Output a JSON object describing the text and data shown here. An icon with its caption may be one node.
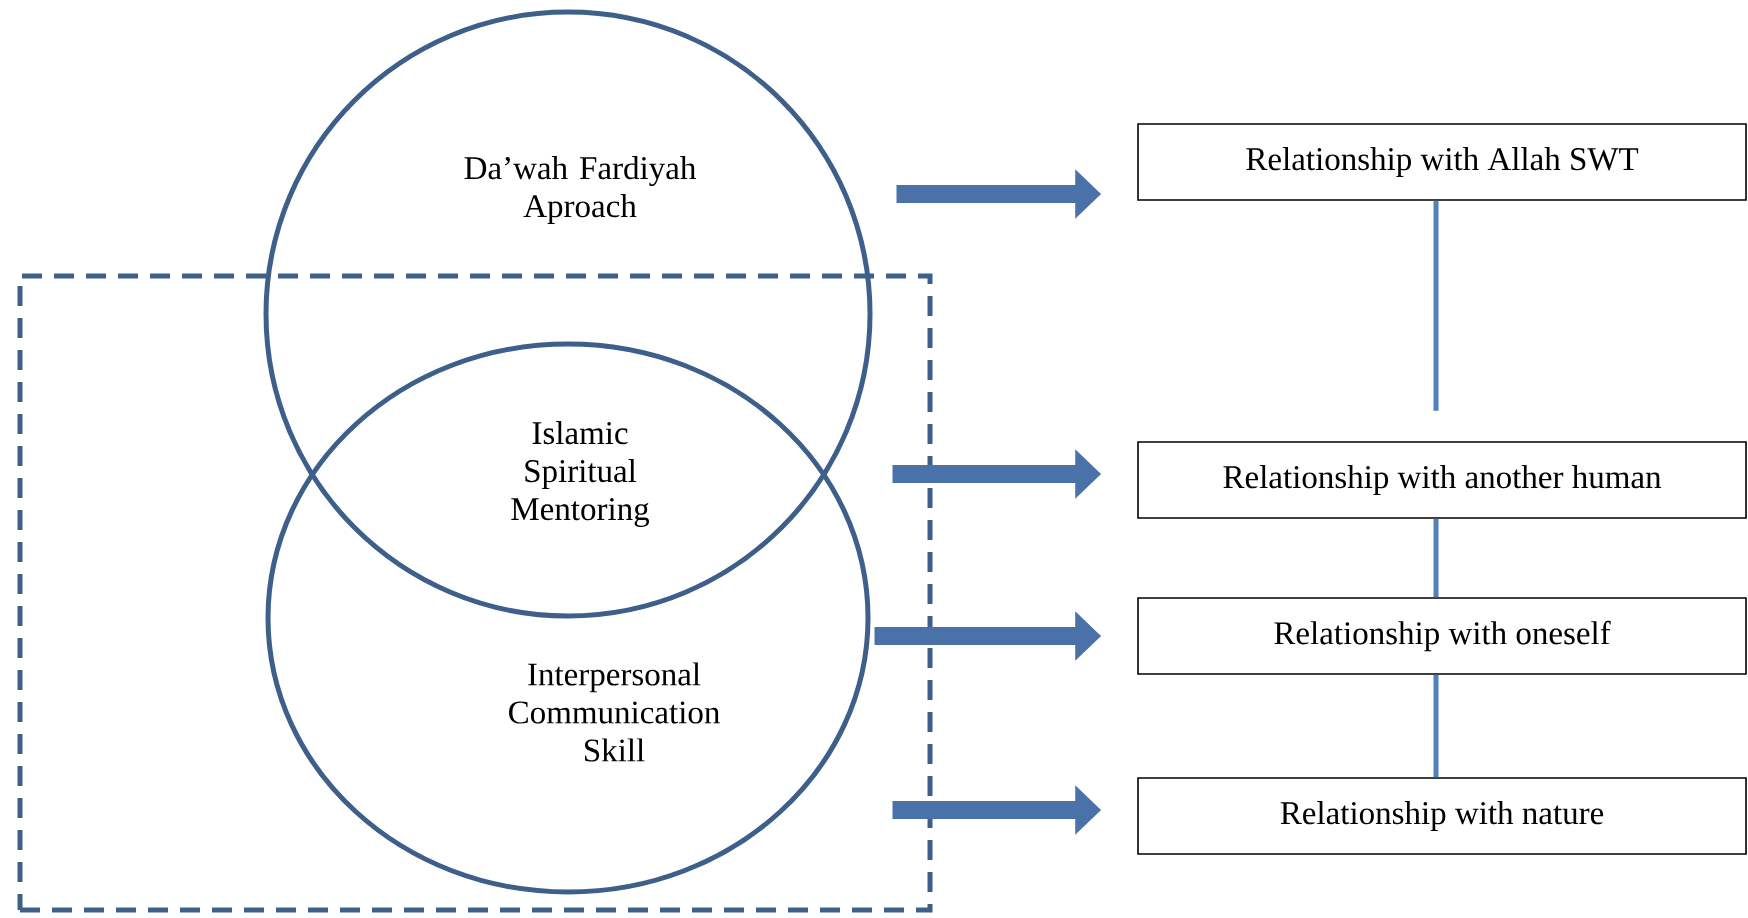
{
  "diagram": {
    "nodes": [
      {
        "text": [
          "Da’wah Fardiyah Aproach"
        ]
      },
      {
        "text": [],
        "shape": "box"
      },
      {
        "text": [
          "Islamic Spiritual Mentoring"
        ]
      },
      {
        "text": [
          "Interpersonal Communication Skill"
        ],
        "in": 1
      },
      {
        "text": [
          "Relationship with Allah SWT"
        ]
      },
      {
        "text": [
          "Relationship with another human"
        ]
      },
      {
        "text": [
          "Relationship with oneself"
        ]
      },
      {
        "text": [
          "Relationship with nature"
        ]
      }
    ],
    "edges": [
      {
        "from": 0,
        "to": 4,
        "arrow": "to"
      },
      {
        "from": 1,
        "to": 5,
        "arrow": "to"
      },
      {
        "from": 3,
        "to": 6,
        "arrow": "to"
      },
      {
        "from": 1,
        "to": 7,
        "arrow": "to"
      },
      {
        "from": 4,
        "to": null,
        "arrow": "none",
        "color": "#4f81bd"
      },
      {
        "from": 5,
        "to": 6,
        "arrow": "none",
        "color": "#4f81bd"
      },
      {
        "from": 6,
        "to": 7,
        "arrow": "none",
        "color": "#4f81bd"
      }
    ]
  }
}
